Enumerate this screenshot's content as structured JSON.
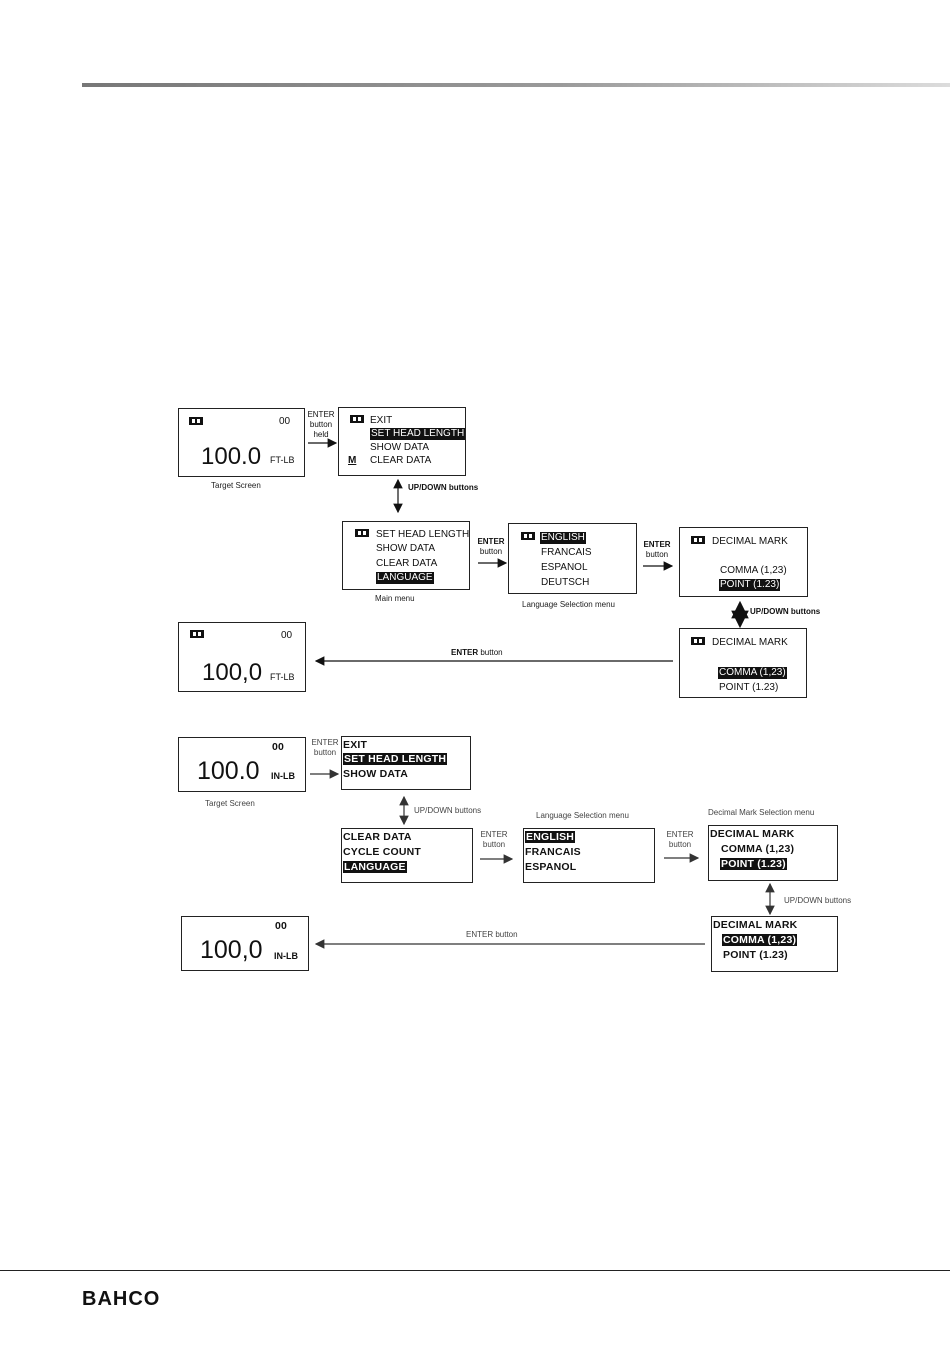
{
  "footer": {
    "brand": "BAHCO"
  },
  "diagram1": {
    "target1": {
      "counter": "00",
      "value": "100.0",
      "unit": "FT-LB",
      "caption": "Target  Screen"
    },
    "enter_held": [
      "ENTER",
      "button",
      "held"
    ],
    "menu_top": {
      "items": [
        "EXIT",
        "SET HEAD LENGTH",
        "SHOW DATA",
        "CLEAR DATA"
      ],
      "mem_symbol": "M"
    },
    "updown1": "UP/DOWN buttons",
    "main_menu": {
      "items": [
        "SET HEAD LENGTH",
        "SHOW DATA",
        "CLEAR DATA",
        "LANGUAGE"
      ],
      "caption": "Main menu"
    },
    "enter_a": [
      "ENTER",
      "button"
    ],
    "lang_menu": {
      "items": [
        "ENGLISH",
        "FRANCAIS",
        "ESPANOL",
        "DEUTSCH"
      ],
      "caption": "Language Selection  menu"
    },
    "enter_b": [
      "ENTER",
      "button"
    ],
    "decimal1": {
      "title": "DECIMAL MARK",
      "options": [
        "COMMA (1,23)",
        "POINT (1.23)"
      ]
    },
    "updown2": "UP/DOWN buttons",
    "decimal2": {
      "title": "DECIMAL MARK",
      "options": [
        "COMMA (1,23)",
        "POINT (1.23)"
      ]
    },
    "enter_c": {
      "bold": "ENTER",
      "rest": " button"
    },
    "target2": {
      "counter": "00",
      "value": "100,0",
      "unit": "FT-LB"
    }
  },
  "diagram2": {
    "target1": {
      "counter": "00",
      "value": "100.0",
      "unit": "IN-LB",
      "caption": "Target Screen"
    },
    "enter_a": [
      "ENTER",
      "button"
    ],
    "menu_top": {
      "items": [
        "EXIT",
        "SET HEAD LENGTH",
        "SHOW DATA"
      ]
    },
    "updown1": "UP/DOWN buttons",
    "main_menu": {
      "items": [
        "CLEAR DATA",
        "CYCLE COUNT",
        "LANGUAGE"
      ]
    },
    "enter_b": [
      "ENTER",
      "button"
    ],
    "lang_menu": {
      "items": [
        "ENGLISH",
        "FRANCAIS",
        "ESPANOL"
      ],
      "caption": "Language Selection menu"
    },
    "enter_c": [
      "ENTER",
      "button"
    ],
    "decimal1": {
      "title": "DECIMAL MARK",
      "options": [
        "COMMA (1,23)",
        "POINT (1.23)"
      ],
      "caption": "Decimal Mark Selection menu"
    },
    "updown2": "UP/DOWN buttons",
    "decimal2": {
      "title": "DECIMAL MARK",
      "options": [
        "COMMA (1,23)",
        "POINT (1.23)"
      ]
    },
    "enter_d": "ENTER button",
    "target2": {
      "counter": "00",
      "value": "100,0",
      "unit": "IN-LB"
    }
  }
}
